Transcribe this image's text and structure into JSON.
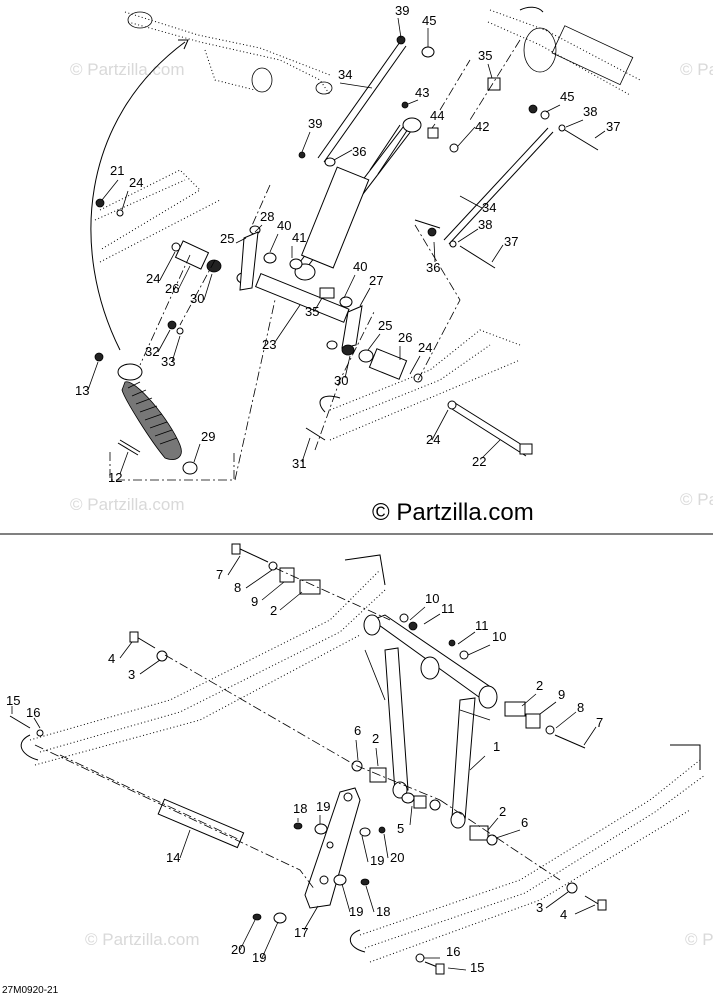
{
  "watermark_text": "© Partzilla.com",
  "copyright_label": "© Partzilla.com",
  "figure_code": "27M0920-21",
  "top_assembly_callouts": [
    "39",
    "45",
    "35",
    "34",
    "43",
    "44",
    "42",
    "45",
    "38",
    "37",
    "39",
    "36",
    "21",
    "24",
    "34",
    "28",
    "40",
    "25",
    "41",
    "38",
    "37",
    "24",
    "26",
    "30",
    "36",
    "40",
    "27",
    "35",
    "32",
    "33",
    "23",
    "25",
    "26",
    "24",
    "30",
    "13",
    "29",
    "24",
    "12",
    "31",
    "22"
  ],
  "bottom_assembly_callouts": [
    "7",
    "8",
    "9",
    "2",
    "10",
    "11",
    "4",
    "11",
    "10",
    "3",
    "15",
    "16",
    "2",
    "9",
    "8",
    "7",
    "6",
    "2",
    "1",
    "18",
    "19",
    "5",
    "2",
    "6",
    "14",
    "19",
    "20",
    "19",
    "18",
    "3",
    "4",
    "20",
    "19",
    "17",
    "16",
    "15"
  ]
}
